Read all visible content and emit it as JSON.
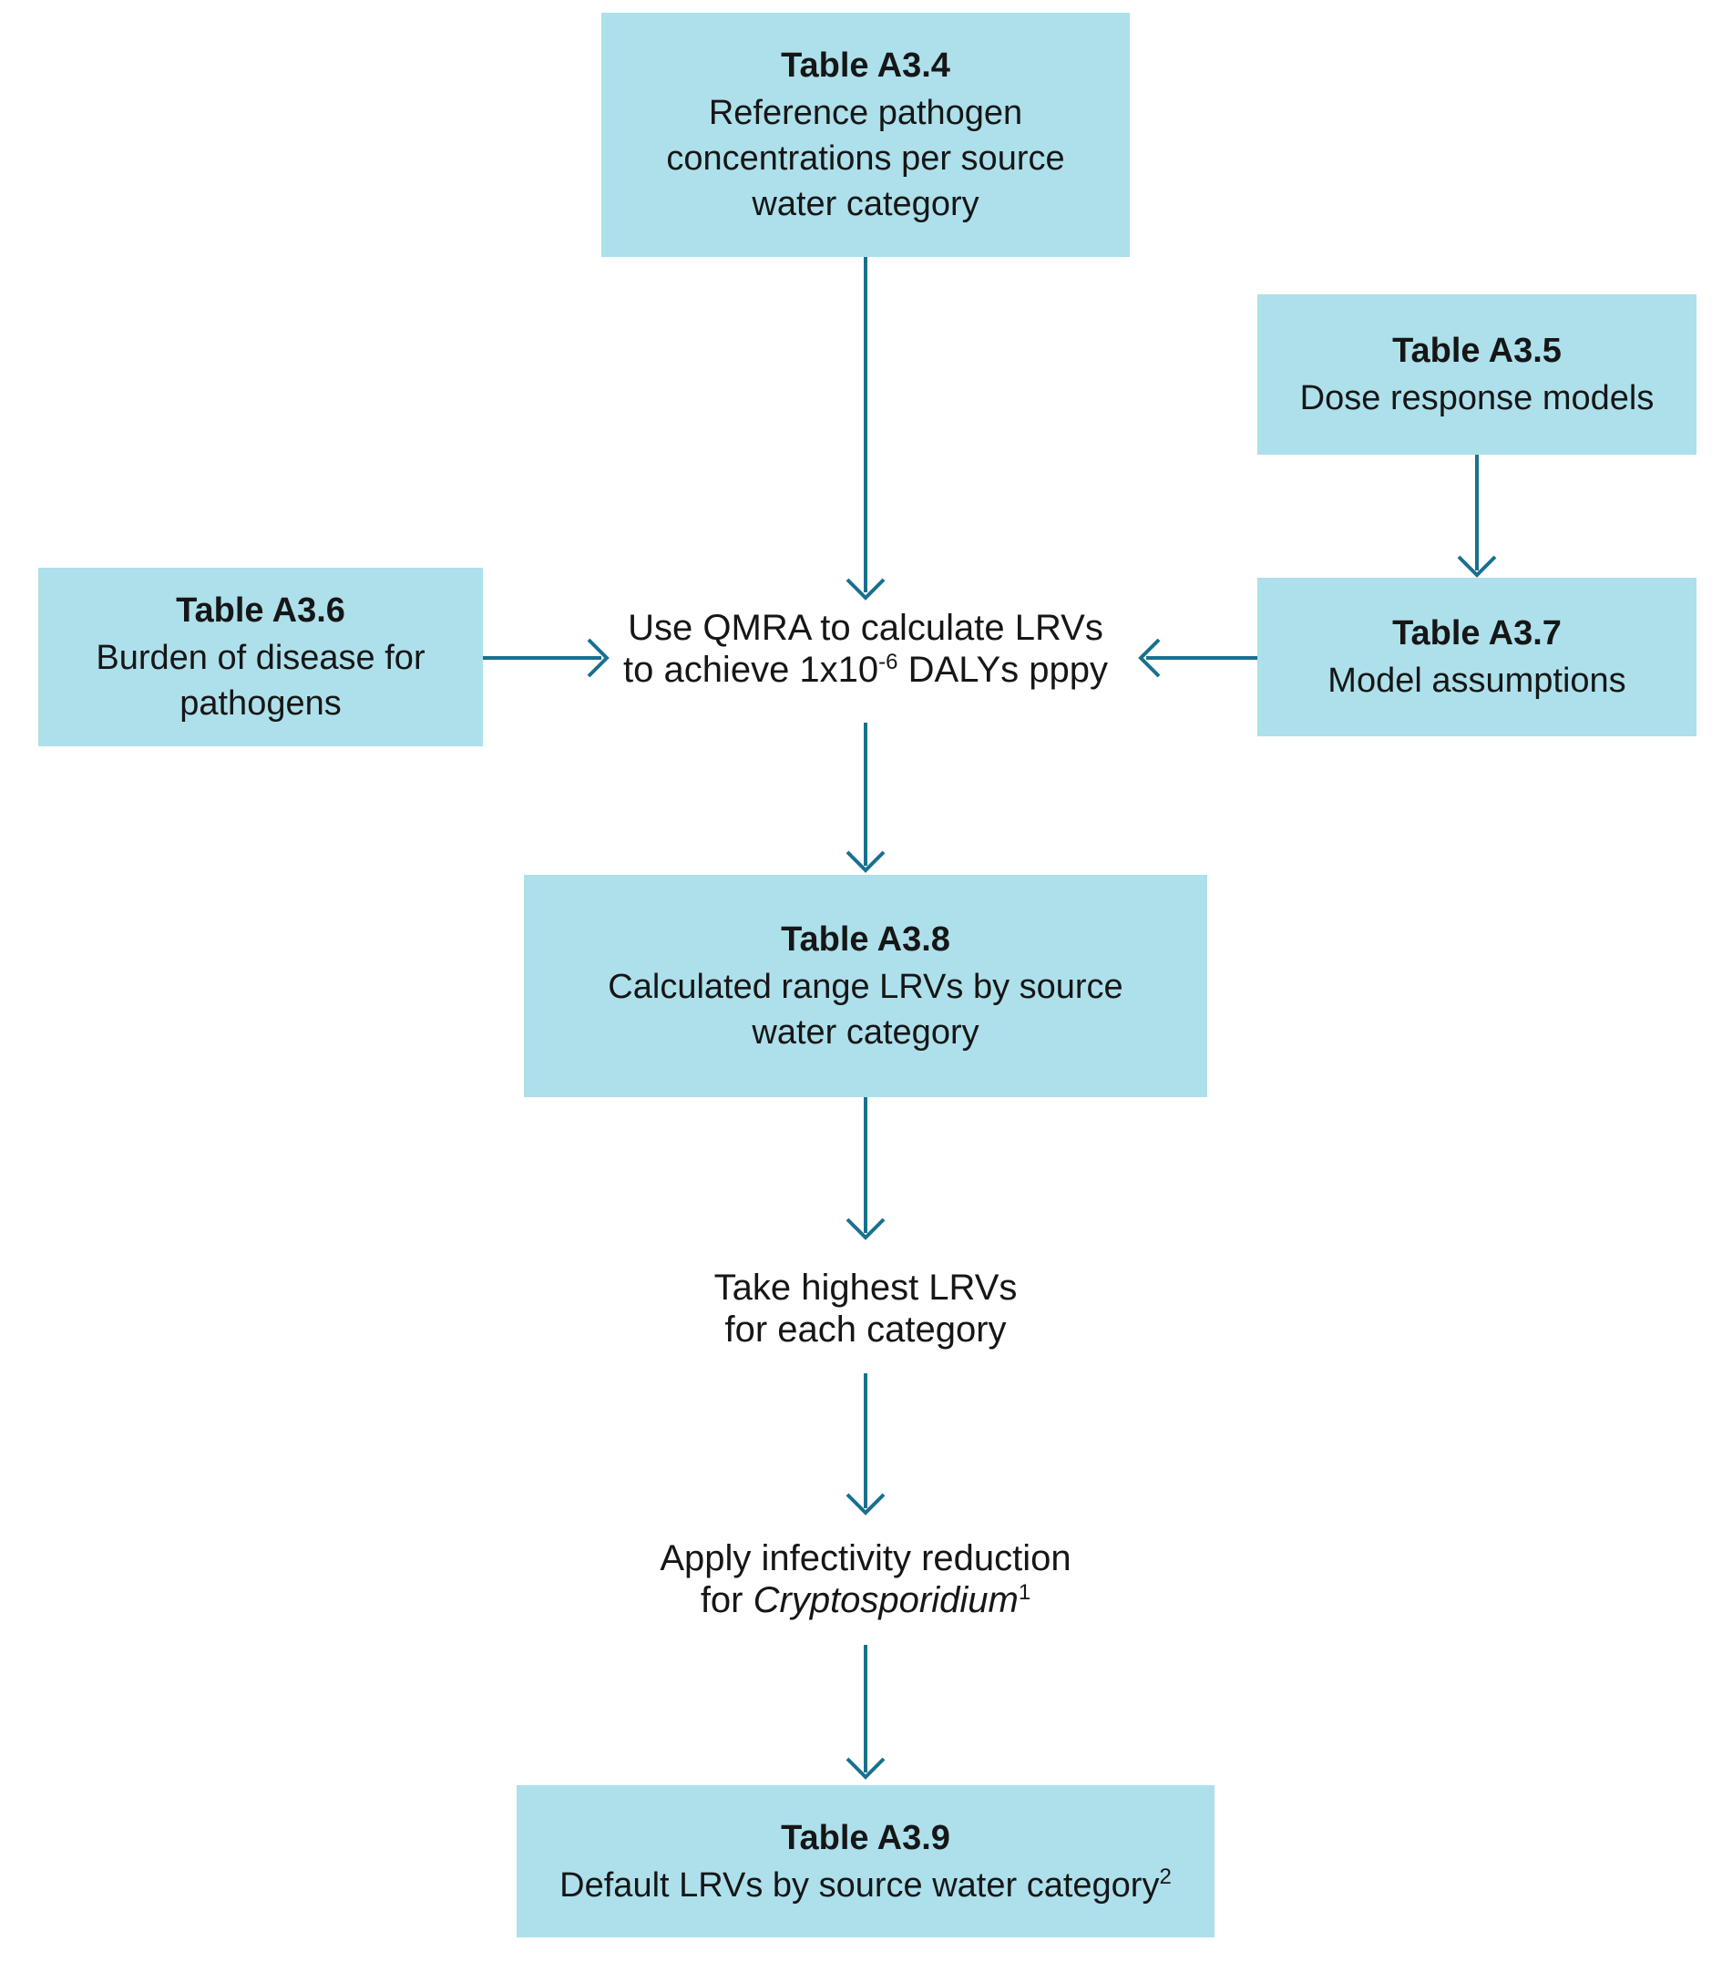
{
  "colors": {
    "background": "#ffffff",
    "box_fill": "#ADE0EB",
    "arrow": "#19708F",
    "text": "#161616"
  },
  "boxes": {
    "a34": {
      "title": "Table A3.4",
      "lines": [
        "Reference pathogen",
        "concentrations per source",
        "water category"
      ]
    },
    "a35": {
      "title": "Table A3.5",
      "lines": [
        "Dose response models"
      ]
    },
    "a36": {
      "title": "Table A3.6",
      "lines": [
        "Burden of disease for",
        "pathogens"
      ]
    },
    "a37": {
      "title": "Table A3.7",
      "lines": [
        "Model assumptions"
      ]
    },
    "a38": {
      "title": "Table A3.8",
      "lines": [
        "Calculated range LRVs by source",
        "water category"
      ]
    },
    "a39": {
      "title": "Table A3.9",
      "body_text": "Default LRVs by source water category",
      "body_sup": "2"
    }
  },
  "texts": {
    "qmra": {
      "line1": "Use QMRA to calculate LRVs",
      "line2_pre": "to achieve 1x10",
      "line2_sup": "-6",
      "line2_post": " DALYs pppy"
    },
    "take_highest": {
      "line1": "Take highest LRVs",
      "line2": "for each category"
    },
    "apply_infectivity": {
      "line1": "Apply infectivity reduction",
      "line2_pre": "for ",
      "line2_italic": "Cryptosporidium",
      "line2_sup": "1"
    }
  }
}
